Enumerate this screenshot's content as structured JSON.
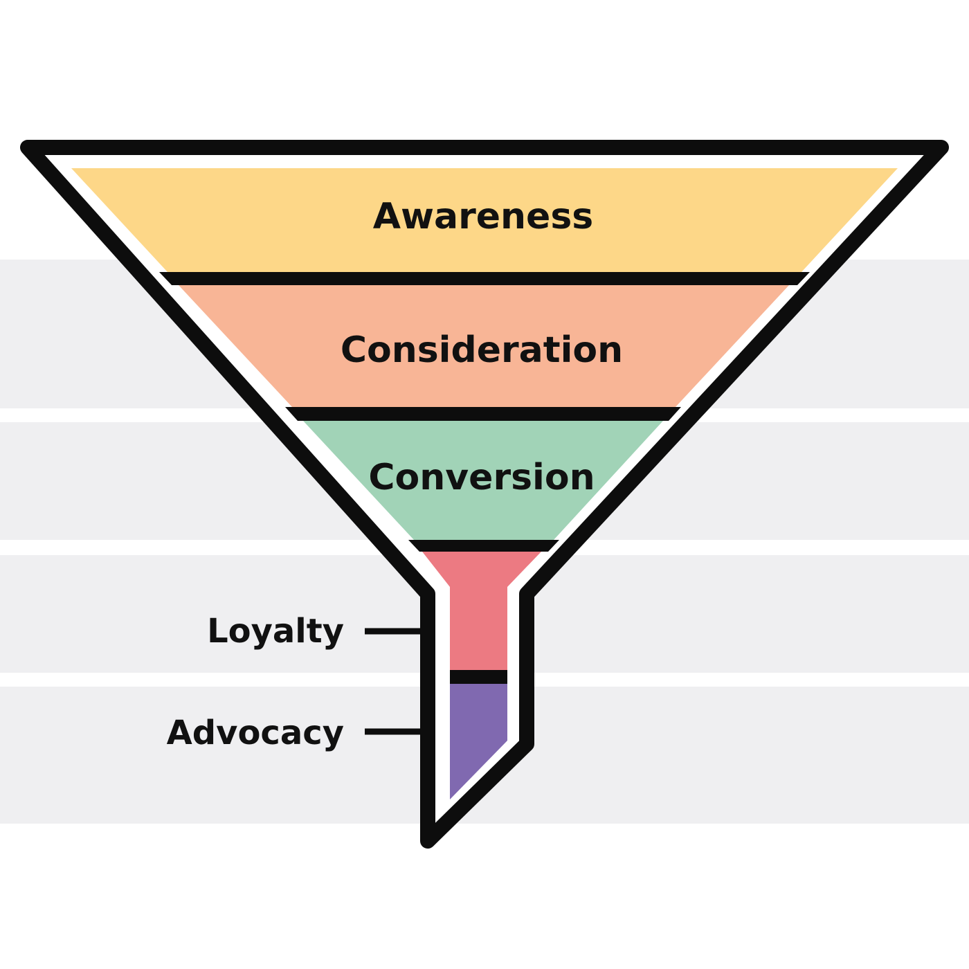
{
  "diagram": {
    "type": "marketing-funnel",
    "stages": [
      {
        "id": "awareness",
        "label": "Awareness",
        "color": "#fdd788",
        "label_position": "inside"
      },
      {
        "id": "consideration",
        "label": "Consideration",
        "color": "#f8b596",
        "label_position": "inside"
      },
      {
        "id": "conversion",
        "label": "Conversion",
        "color": "#a1d3b7",
        "label_position": "inside"
      },
      {
        "id": "loyalty",
        "label": "Loyalty",
        "color": "#ec7a82",
        "label_position": "left-callout"
      },
      {
        "id": "advocacy",
        "label": "Advocacy",
        "color": "#8069b0",
        "label_position": "left-callout"
      }
    ],
    "colors": {
      "outline": "#0d0d0d",
      "band_background": "#efeff1",
      "page_background": "#ffffff",
      "text": "#111111"
    }
  }
}
